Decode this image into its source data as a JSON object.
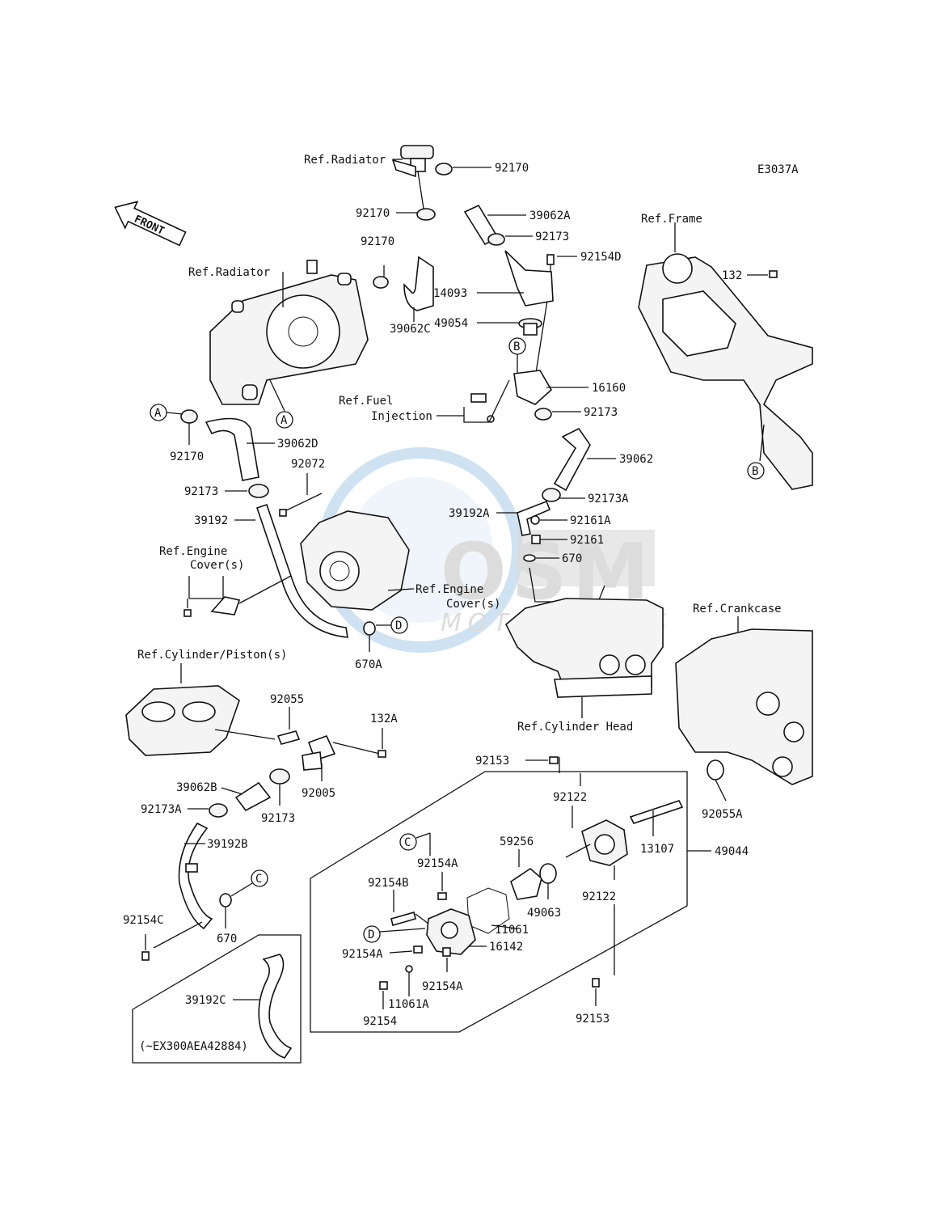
{
  "diagram_code": "E3037A",
  "front_label": "FRONT",
  "watermark": {
    "brand": "OSM",
    "sub": "MOTORPARTS",
    "color": "#2a7fc1"
  },
  "refs": {
    "radiator_top": "Ref.Radiator",
    "radiator_left": "Ref.Radiator",
    "frame": "Ref.Frame",
    "fuel_injection_1": "Ref.Fuel",
    "fuel_injection_2": "Injection",
    "engine_cover_left_1": "Ref.Engine",
    "engine_cover_left_2": "Cover(s)",
    "engine_cover_mid_1": "Ref.Engine",
    "engine_cover_mid_2": "Cover(s)",
    "cylinder_piston": "Ref.Cylinder/Piston(s)",
    "crankcase": "Ref.Crankcase",
    "cylinder_head": "Ref.Cylinder Head"
  },
  "circle_markers": {
    "a": "A",
    "b": "B",
    "c": "C",
    "d": "D"
  },
  "parts": {
    "p92170_top": "92170",
    "p92170_mid": "92170",
    "p92170_left": "92170",
    "p39062A": "39062A",
    "p92173_top": "92173",
    "p92154D": "92154D",
    "p14093": "14093",
    "p39062C": "39062C",
    "p49054": "49054",
    "p16160": "16160",
    "p92173_mid": "92173",
    "p132": "132",
    "p92170_a": "92170",
    "p39062D": "39062D",
    "p92072": "92072",
    "p92173_left": "92173",
    "p39192": "39192",
    "p39062": "39062",
    "p92173A_top": "92173A",
    "p39192A": "39192A",
    "p92161A": "92161A",
    "p92161": "92161",
    "p670_top": "670",
    "p670A": "670A",
    "p92055": "92055",
    "p132A": "132A",
    "p39062B": "39062B",
    "p92005": "92005",
    "p92173A_low": "92173A",
    "p92173_low": "92173",
    "p39192B": "39192B",
    "p92154C": "92154C",
    "p670_low": "670",
    "p39192C": "39192C",
    "p_serial": "(~EX300AEA42884)",
    "p92153_top": "92153",
    "p92122_top": "92122",
    "p92055A": "92055A",
    "p59256": "59256",
    "p92154A_top": "92154A",
    "p13107": "13107",
    "p49044": "49044",
    "p92154B": "92154B",
    "p49063": "49063",
    "p92122_low": "92122",
    "p11061": "11061",
    "p16142": "16142",
    "p92154A_mid": "92154A",
    "p92154A_low": "92154A",
    "p11061A": "11061A",
    "p92154": "92154",
    "p92153_low": "92153"
  }
}
